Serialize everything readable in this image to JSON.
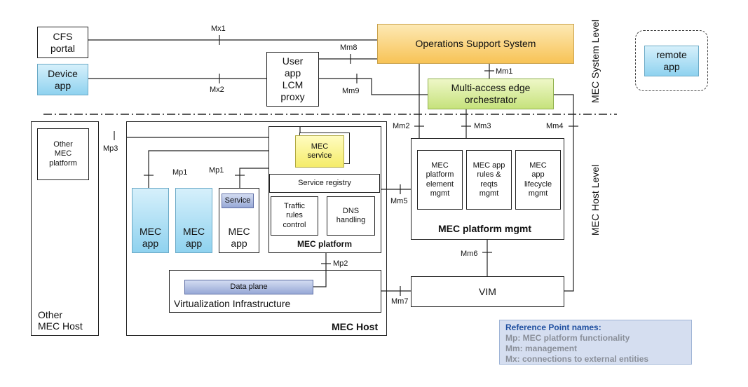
{
  "levels": {
    "system": "MEC System Level",
    "host": "MEC Host Level"
  },
  "system": {
    "cfs_portal": [
      "CFS",
      "portal"
    ],
    "device_app": [
      "Device",
      "app"
    ],
    "user_app_lcm_proxy": [
      "User",
      "app",
      "LCM",
      "proxy"
    ],
    "oss": "Operations Support System",
    "orchestrator": [
      "Multi-access edge",
      "orchestrator"
    ],
    "remote_app": [
      "remote",
      "app"
    ]
  },
  "host_side": {
    "other_mec_platform": [
      "Other",
      "MEC",
      "platform"
    ],
    "other_mec_host": [
      "Other",
      "MEC Host"
    ],
    "mec_host": "MEC Host",
    "mec_service": [
      "MEC",
      "service"
    ],
    "service_registry": "Service registry",
    "traffic_rules": [
      "Traffic",
      "rules",
      "control"
    ],
    "dns_handling": [
      "DNS",
      "handling"
    ],
    "mec_platform": "MEC platform",
    "mec_app_1": [
      "MEC",
      "app"
    ],
    "mec_app_2": [
      "MEC",
      "app"
    ],
    "mec_app_3": [
      "MEC",
      "app"
    ],
    "service": "Service",
    "data_plane": "Data plane",
    "virtualization_infrastructure": "Virtualization Infrastructure",
    "platform_element_mgmt": [
      "MEC",
      "platform",
      "element",
      "mgmt"
    ],
    "app_rules_mgmt": [
      "MEC app",
      "rules &",
      "reqts",
      "mgmt"
    ],
    "app_lifecycle_mgmt": [
      "MEC",
      "app",
      "lifecycle",
      "mgmt"
    ],
    "mec_platform_mgmt": "MEC platform mgmt",
    "vim": "VIM"
  },
  "reference_points": {
    "mx1": "Mx1",
    "mx2": "Mx2",
    "mm1": "Mm1",
    "mm2": "Mm2",
    "mm3": "Mm3",
    "mm4": "Mm4",
    "mm5": "Mm5",
    "mm6": "Mm6",
    "mm7": "Mm7",
    "mm8": "Mm8",
    "mm9": "Mm9",
    "mp1a": "Mp1",
    "mp1b": "Mp1",
    "mp2": "Mp2",
    "mp3": "Mp3"
  },
  "legend": {
    "title": "Reference Point names:",
    "mp": "Mp: MEC platform functionality",
    "mm": "Mm: management",
    "mx": "Mx: connections to external entities"
  },
  "colors": {
    "oss": "#f7c356",
    "orchestrator": "#c6e27c",
    "app": "#8fd2ef",
    "mec_service": "#f5ec6a",
    "data_plane": "#97a8d6",
    "legend_bg": "#d5def0"
  }
}
